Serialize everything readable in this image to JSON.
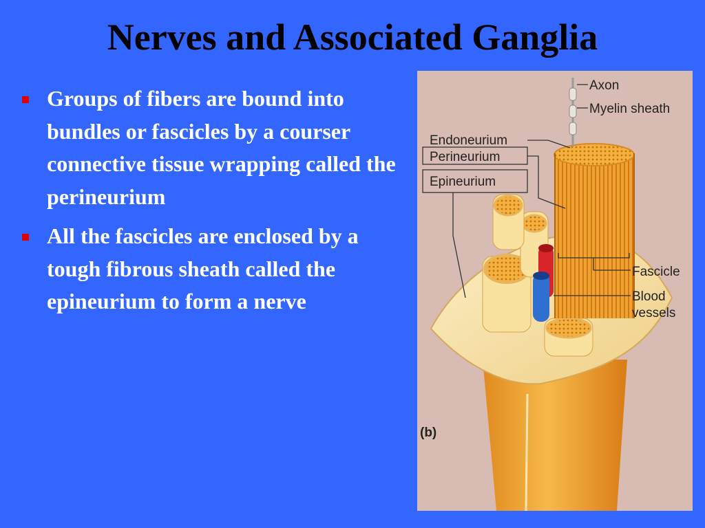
{
  "slide": {
    "title": "Nerves and Associated Ganglia",
    "bullets": [
      {
        "text": "Groups of fibers are bound into bundles or fascicles by a courser connective tissue wrapping called the perineurium"
      },
      {
        "text": "All the fascicles are enclosed by a tough fibrous sheath called the epineurium to form a nerve"
      }
    ]
  },
  "figure": {
    "labels": {
      "axon": "Axon",
      "myelin": "Myelin sheath",
      "endoneurium": "Endoneurium",
      "perineurium": "Perineurium",
      "epineurium": "Epineurium",
      "fascicle": "Fascicle",
      "blood1": "Blood",
      "blood2": "vessels",
      "panel": "(b)"
    }
  },
  "colors": {
    "background": "#3366ff",
    "title": "#000000",
    "bullet_text": "#ffffff",
    "bullet_marker": "#e00000",
    "nerve": "#f2a93a",
    "sheath": "#f7e3a8"
  }
}
